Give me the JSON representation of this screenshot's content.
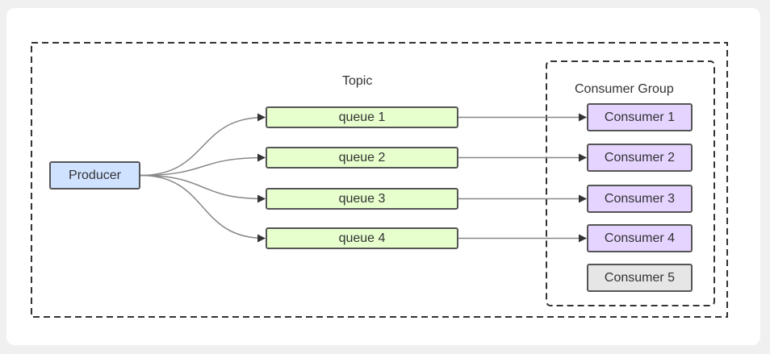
{
  "topic_label": "Topic",
  "group_label": "Consumer Group",
  "producer": {
    "label": "Producer",
    "color": "#cfe2ff"
  },
  "queues": [
    {
      "label": "queue 1"
    },
    {
      "label": "queue 2"
    },
    {
      "label": "queue 3"
    },
    {
      "label": "queue 4"
    }
  ],
  "consumers": [
    {
      "label": "Consumer 1",
      "active": true
    },
    {
      "label": "Consumer 2",
      "active": true
    },
    {
      "label": "Consumer 3",
      "active": true
    },
    {
      "label": "Consumer 4",
      "active": true
    },
    {
      "label": "Consumer 5",
      "active": false
    }
  ],
  "colors": {
    "queue_fill": "#e6ffcc",
    "consumer_fill": "#e5d4ff",
    "idle_consumer_fill": "#e6e6e6",
    "border": "#555555",
    "edge": "#888888",
    "arrowhead": "#333333"
  },
  "edges": [
    {
      "from": "Producer",
      "to": "queue 1"
    },
    {
      "from": "Producer",
      "to": "queue 2"
    },
    {
      "from": "Producer",
      "to": "queue 3"
    },
    {
      "from": "Producer",
      "to": "queue 4"
    },
    {
      "from": "queue 1",
      "to": "Consumer 1"
    },
    {
      "from": "queue 2",
      "to": "Consumer 2"
    },
    {
      "from": "queue 3",
      "to": "Consumer 3"
    },
    {
      "from": "queue 4",
      "to": "Consumer 4"
    }
  ]
}
